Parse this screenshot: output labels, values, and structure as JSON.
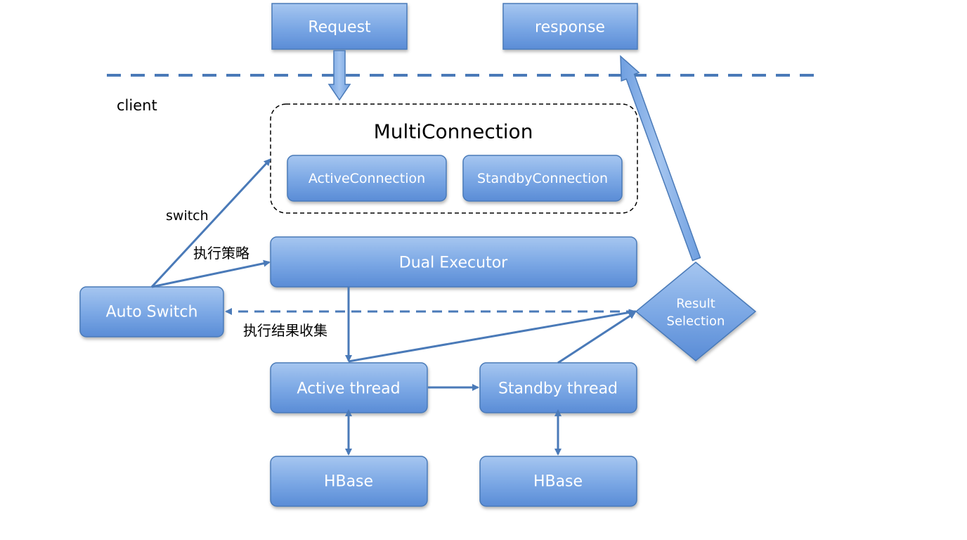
{
  "nodes": {
    "request": "Request",
    "response": "response",
    "multi_connection": "MultiConnection",
    "active_connection": "ActiveConnection",
    "standby_connection": "StandbyConnection",
    "dual_executor": "Dual Executor",
    "auto_switch": "Auto Switch",
    "result_selection_line1": "Result",
    "result_selection_line2": "Selection",
    "active_thread": "Active thread",
    "standby_thread": "Standby thread",
    "hbase_left": "HBase",
    "hbase_right": "HBase"
  },
  "labels": {
    "client": "client",
    "switch": "switch",
    "execution_strategy": "执行策略",
    "result_collection": "执行结果收集"
  },
  "colors": {
    "box_fill_top": "#9cc0ee",
    "box_fill_bottom": "#5b8fd8",
    "box_stroke": "#4a7ab8",
    "arrow": "#4a7ab8",
    "arrow_fill": "#7ea8e4",
    "dashed_divider": "#4a7ab8",
    "box_text": "#ffffff"
  }
}
